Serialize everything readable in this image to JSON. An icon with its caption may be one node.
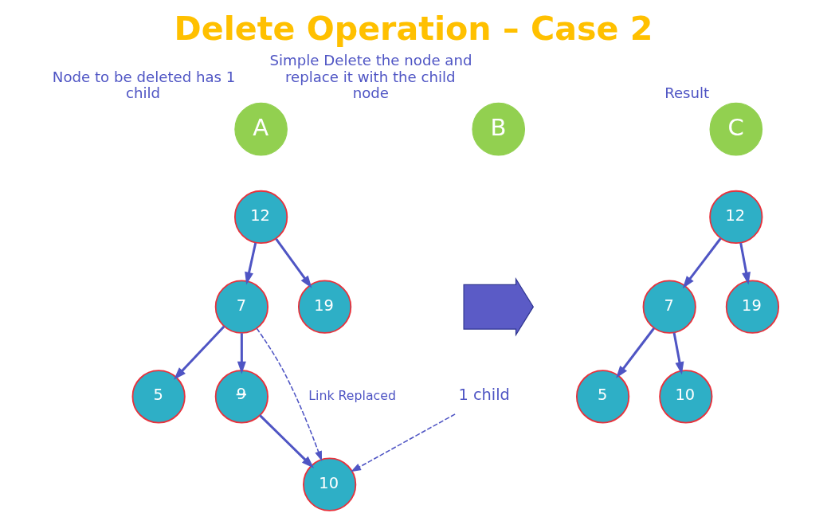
{
  "diagram": {
    "title": "Delete Operation – Case 2",
    "nodes": [
      {
        "text": [
          "A"
        ],
        "beside": [
          "Node to be deleted has 1 child"
        ]
      },
      {
        "text": [
          "12"
        ]
      },
      {
        "text": [
          "7"
        ]
      },
      {
        "text": [
          "19"
        ]
      },
      {
        "text": [
          "5"
        ]
      },
      {
        "text": [
          "9"
        ]
      },
      {
        "text": [
          "10"
        ]
      },
      {
        "text": [
          "1 child"
        ]
      },
      {
        "text": [
          "B"
        ],
        "beside": [
          "Simple Delete the node and replace it with the child node"
        ]
      },
      {
        "text": [],
        "shape": "arrow"
      },
      {
        "text": [
          "C"
        ],
        "beside": [
          "Result"
        ]
      },
      {
        "text": [
          "12"
        ]
      },
      {
        "text": [
          "7"
        ]
      },
      {
        "text": [
          "19"
        ]
      },
      {
        "text": [
          "5"
        ]
      },
      {
        "text": [
          "10"
        ]
      }
    ],
    "edges": [
      {
        "from": 1,
        "to": 2,
        "arrow": "to"
      },
      {
        "from": 1,
        "to": 3,
        "arrow": "to"
      },
      {
        "from": 2,
        "to": 4,
        "arrow": "to"
      },
      {
        "from": 2,
        "to": 5,
        "arrow": "to"
      },
      {
        "from": 5,
        "to": 6,
        "arrow": "to"
      },
      {
        "from": 7,
        "to": 6,
        "arrow": "to",
        "style": "dashed"
      },
      {
        "from": 2,
        "to": 6,
        "arrow": "to",
        "style": "dashed",
        "label": "Link Replaced"
      },
      {
        "from": 11,
        "to": 12,
        "arrow": "to"
      },
      {
        "from": 11,
        "to": 13,
        "arrow": "to"
      },
      {
        "from": 12,
        "to": 14,
        "arrow": "to"
      },
      {
        "from": 12,
        "to": 15,
        "arrow": "to"
      }
    ]
  }
}
